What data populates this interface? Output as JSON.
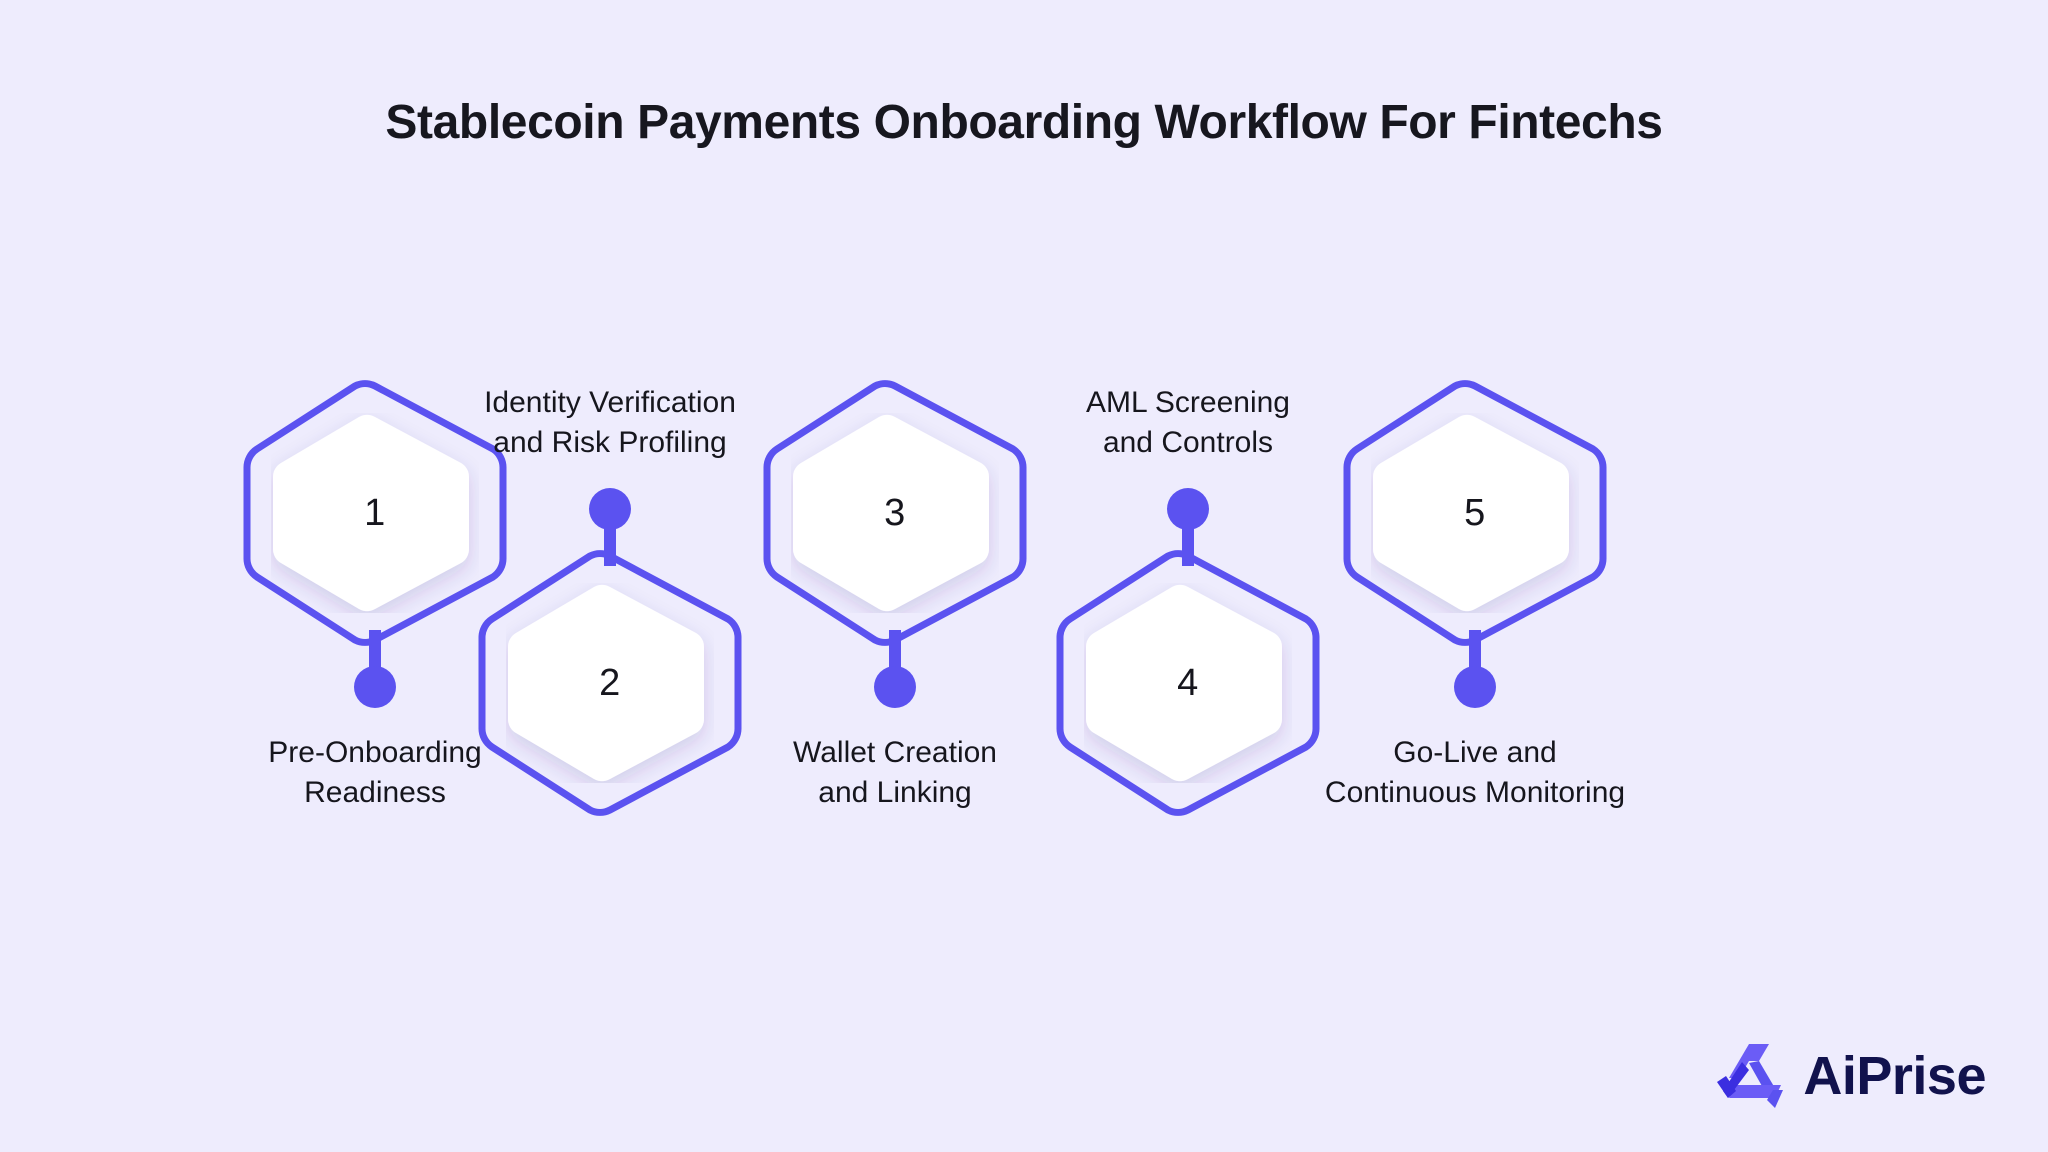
{
  "page": {
    "title": "Stablecoin Payments Onboarding Workflow For Fintechs",
    "background_color": "#EEECFD",
    "accent_color": "#5B52F0",
    "text_color": "#16161D"
  },
  "workflow": {
    "steps": [
      {
        "number": "1",
        "label": "Pre-Onboarding\nReadiness",
        "label_position": "below"
      },
      {
        "number": "2",
        "label": "Identity Verification\nand Risk Profiling",
        "label_position": "above"
      },
      {
        "number": "3",
        "label": "Wallet Creation\nand Linking",
        "label_position": "below"
      },
      {
        "number": "4",
        "label": "AML Screening\nand Controls",
        "label_position": "above"
      },
      {
        "number": "5",
        "label": "Go-Live and\nContinuous Monitoring",
        "label_position": "below"
      }
    ]
  },
  "branding": {
    "logo_mark": "aiprise-logo-icon",
    "logo_text": "AiPrise",
    "logo_mark_color": "#5B52F0",
    "logo_text_color": "#11124D"
  }
}
